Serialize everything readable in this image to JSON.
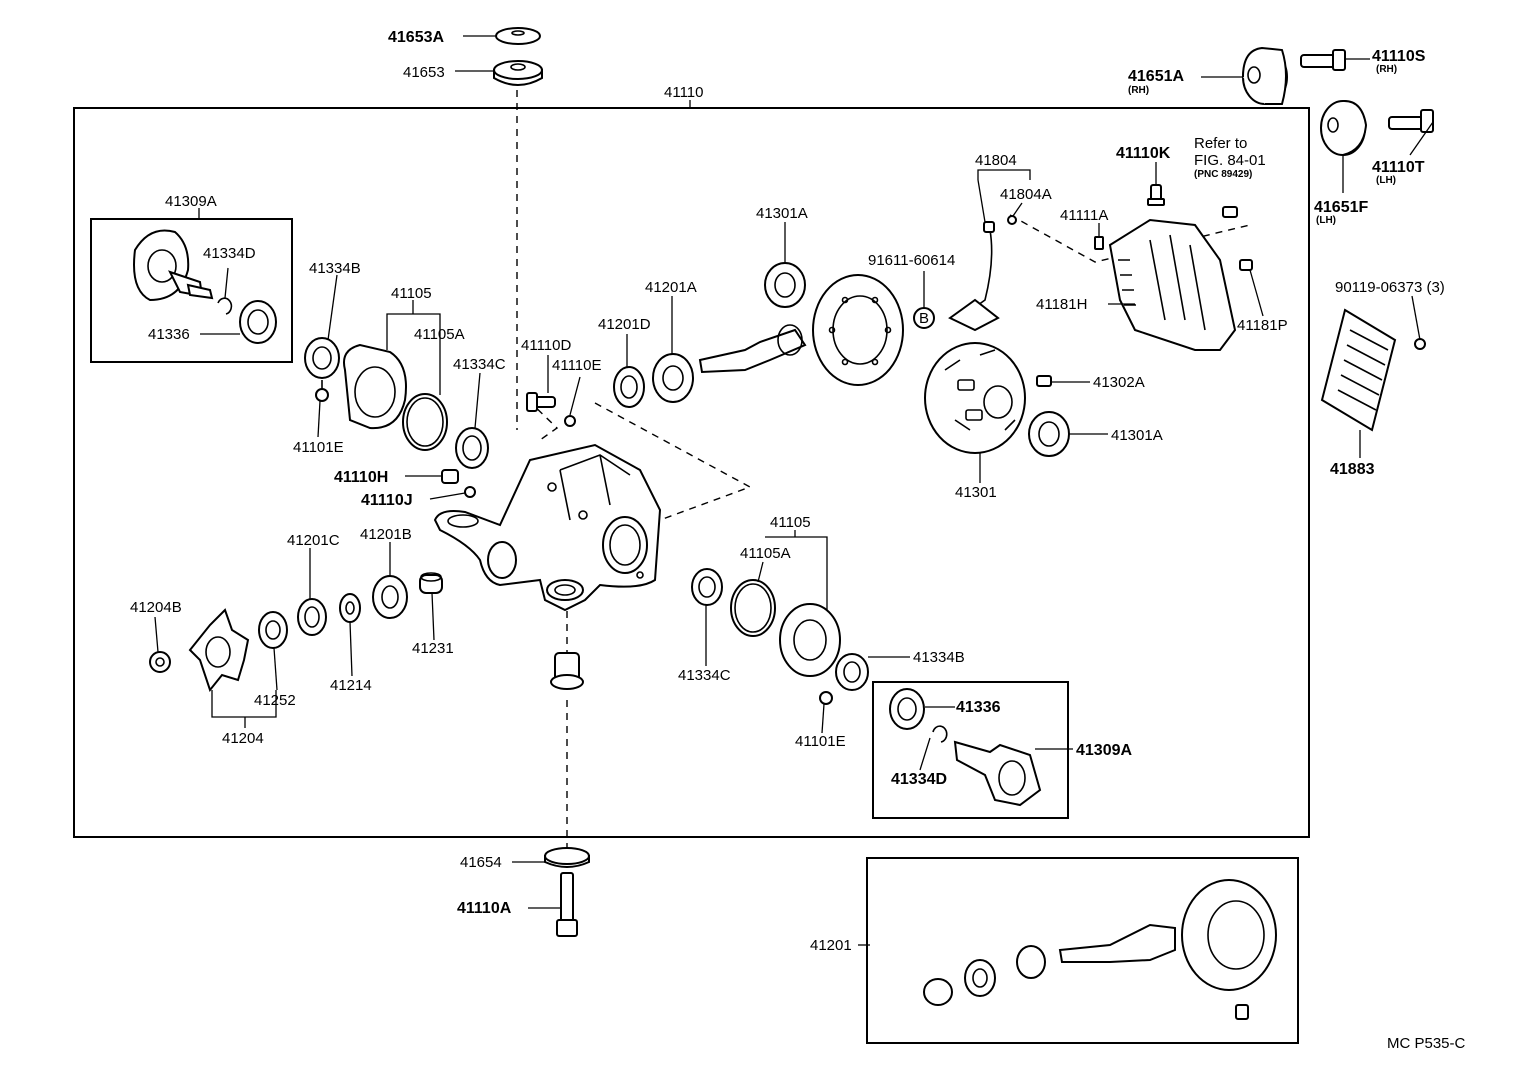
{
  "labels": {
    "p41653A": "41653A",
    "p41653": "41653",
    "p41110": "41110",
    "p41651A": "41651A",
    "p41651A_rh": "(RH)",
    "p41110S": "41110S",
    "p41110S_rh": "(RH)",
    "p41110T": "41110T",
    "p41110T_lh": "(LH)",
    "p41651F": "41651F",
    "p41651F_lh": "(LH)",
    "p41309A_top": "41309A",
    "p41334D_top": "41334D",
    "p41336_top": "41336",
    "p41334B_left": "41334B",
    "p41105_left": "41105",
    "p41105A_left": "41105A",
    "p41334C_left": "41334C",
    "p41101E_left": "41101E",
    "p41110H": "41110H",
    "p41110J": "41110J",
    "p41110D": "41110D",
    "p41110E": "41110E",
    "p41201D": "41201D",
    "p41201A": "41201A",
    "p41301A_top": "41301A",
    "p41804": "41804",
    "p41804A": "41804A",
    "p91611": "91611-60614",
    "b_marker": "B",
    "p41110K": "41110K",
    "p41111A": "41111A",
    "refer1": "Refer to",
    "refer2": "FIG. 84-01",
    "refer3": "(PNC 89429)",
    "p41181H": "41181H",
    "p41181P": "41181P",
    "p90119": "90119-06373 (3)",
    "p41883": "41883",
    "p41302A": "41302A",
    "p41301A_right": "41301A",
    "p41301": "41301",
    "p41201C": "41201C",
    "p41201B": "41201B",
    "p41204B": "41204B",
    "p41252": "41252",
    "p41214": "41214",
    "p41231": "41231",
    "p41204": "41204",
    "p41105_right": "41105",
    "p41105A_right": "41105A",
    "p41334C_right": "41334C",
    "p41334B_right": "41334B",
    "p41101E_right": "41101E",
    "p41336_bottom": "41336",
    "p41334D_bottom": "41334D",
    "p41309A_bottom": "41309A",
    "p41654": "41654",
    "p41110A": "41110A",
    "p41201": "41201",
    "code": "MC  P535-C"
  }
}
